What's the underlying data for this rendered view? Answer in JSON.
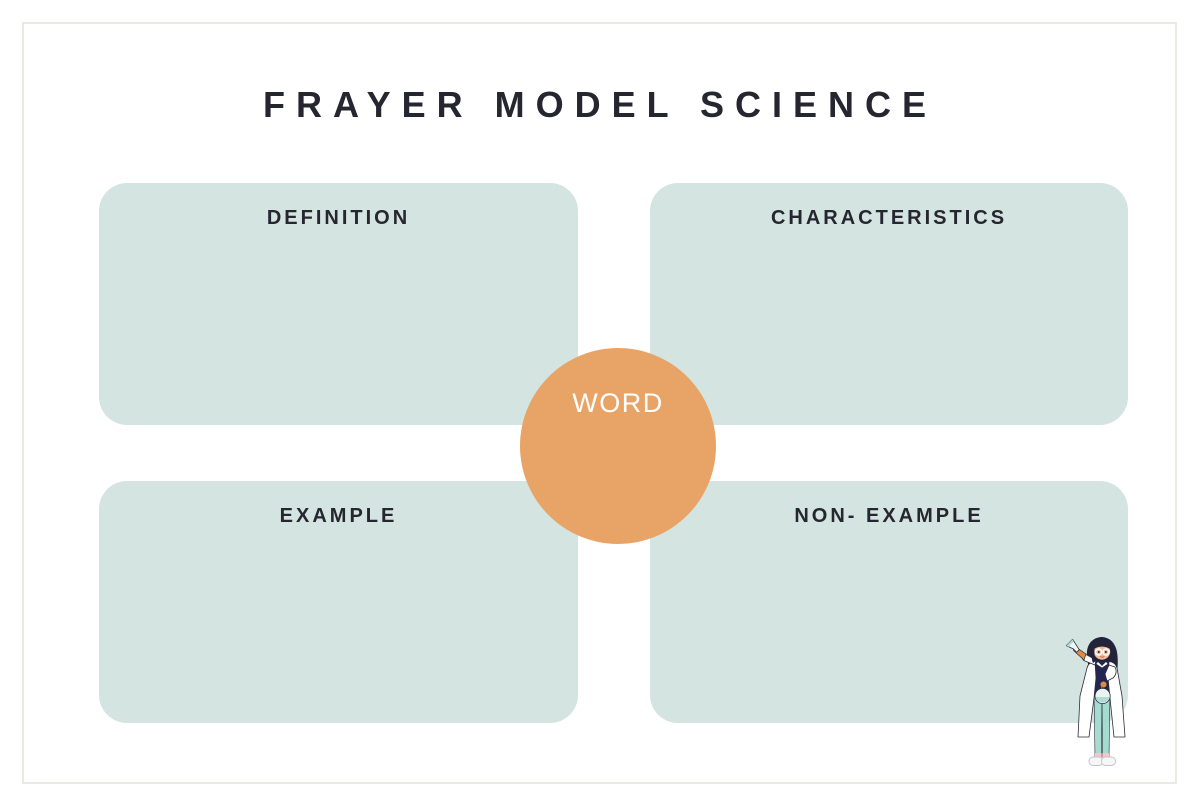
{
  "title": "FRAYER MODEL SCIENCE",
  "quadrants": [
    {
      "id": "definition",
      "label": "DEFINITION"
    },
    {
      "id": "characteristics",
      "label": "CHARACTERISTICS"
    },
    {
      "id": "example",
      "label": "EXAMPLE"
    },
    {
      "id": "non_example",
      "label": "NON- EXAMPLE"
    }
  ],
  "center": {
    "label": "WORD"
  },
  "colors": {
    "quadrant_bg": "#d4e4e0",
    "circle_bg": "#e8a466",
    "text_dark": "#262630",
    "word_text": "#ffffff",
    "frame_border": "#eaeae5",
    "canvas_bg": "#ffffff"
  },
  "illustration": {
    "name": "scientist pouring flask"
  }
}
